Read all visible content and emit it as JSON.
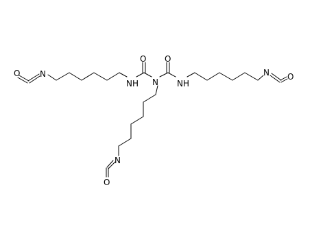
{
  "molecule": {
    "atom_labels": {
      "o_left": "O",
      "n_left": "N",
      "nh_1": "NH",
      "o_top_1": "O",
      "n_center": "N",
      "o_top_2": "O",
      "nh_2": "NH",
      "n_right": "N",
      "o_right": "O",
      "n_bottom": "N",
      "o_bottom": "O"
    }
  }
}
